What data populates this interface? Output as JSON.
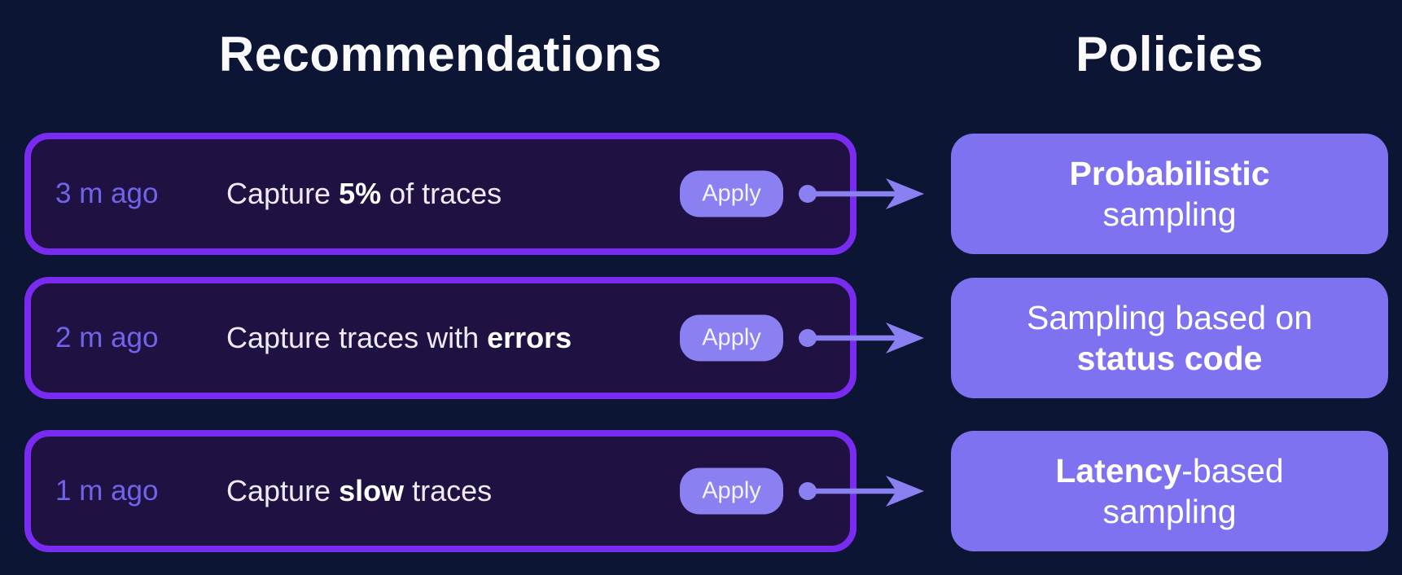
{
  "titles": {
    "recommendations": "Recommendations",
    "policies": "Policies"
  },
  "colors": {
    "page_background": "#0D1534",
    "recommendation_card_background": "#1F1242",
    "recommendation_card_border": "#7A2BF2",
    "accent_light_purple": "#8B80F2",
    "policy_card_background": "#7F72F0",
    "time_text": "#7164EB",
    "description_text": "#EDEBF7",
    "title_text": "#FAFAFC"
  },
  "icons": {
    "connector": "dot-line-right-arrow-icon"
  },
  "rows": [
    {
      "time": "3 m ago",
      "description": [
        {
          "text": "Capture ",
          "bold": false
        },
        {
          "text": "5%",
          "bold": true
        },
        {
          "text": " of traces",
          "bold": false
        }
      ],
      "apply_label": "Apply",
      "policy": {
        "lines": [
          [
            {
              "text": "Probabilistic",
              "bold": true
            }
          ],
          [
            {
              "text": "sampling",
              "bold": false
            }
          ]
        ]
      }
    },
    {
      "time": "2 m ago",
      "description": [
        {
          "text": "Capture traces with ",
          "bold": false
        },
        {
          "text": "errors",
          "bold": true
        }
      ],
      "apply_label": "Apply",
      "policy": {
        "lines": [
          [
            {
              "text": "Sampling based on",
              "bold": false
            }
          ],
          [
            {
              "text": "status code",
              "bold": true
            }
          ]
        ]
      }
    },
    {
      "time": "1 m ago",
      "description": [
        {
          "text": "Capture ",
          "bold": false
        },
        {
          "text": "slow",
          "bold": true
        },
        {
          "text": " traces",
          "bold": false
        }
      ],
      "apply_label": "Apply",
      "policy": {
        "lines": [
          [
            {
              "text": "Latency",
              "bold": true
            },
            {
              "text": "-based",
              "bold": false
            }
          ],
          [
            {
              "text": "sampling",
              "bold": false
            }
          ]
        ]
      }
    }
  ]
}
